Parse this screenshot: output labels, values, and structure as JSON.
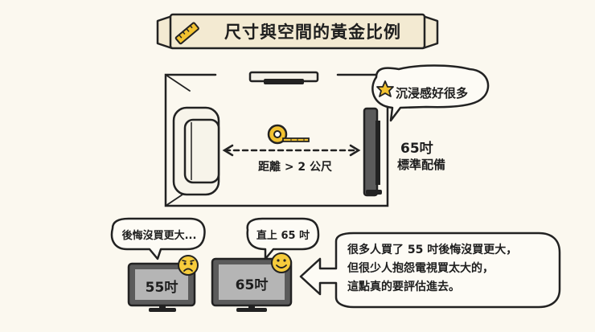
{
  "title": "尺寸與空間的黃金比例",
  "room": {
    "distance_label": "距離 > 2 公尺",
    "immersion_bubble": "沉浸感好很多",
    "tv_size": "65吋",
    "tv_note": "標準配備"
  },
  "bottom": {
    "regret_bubble": "後悔沒買更大...",
    "direct_bubble": "直上 65 吋",
    "small_tv_label": "55吋",
    "big_tv_label": "65吋",
    "quote_lines": [
      "很多人買了 55 吋後悔沒買更大，",
      "但很少人抱怨電視買太大的，",
      "這點真的要評估進去。"
    ]
  },
  "colors": {
    "background": "#fbf8ef",
    "outline": "#222222",
    "banner_fill": "#f3ead2",
    "tape_yellow": "#f2c230",
    "screen_gray": "#b5b5b5",
    "emoji_yellow": "#f6cc3c"
  },
  "icons": [
    "ruler-icon",
    "star-icon",
    "tape-measure-icon",
    "sad-face-icon",
    "smile-face-icon"
  ]
}
